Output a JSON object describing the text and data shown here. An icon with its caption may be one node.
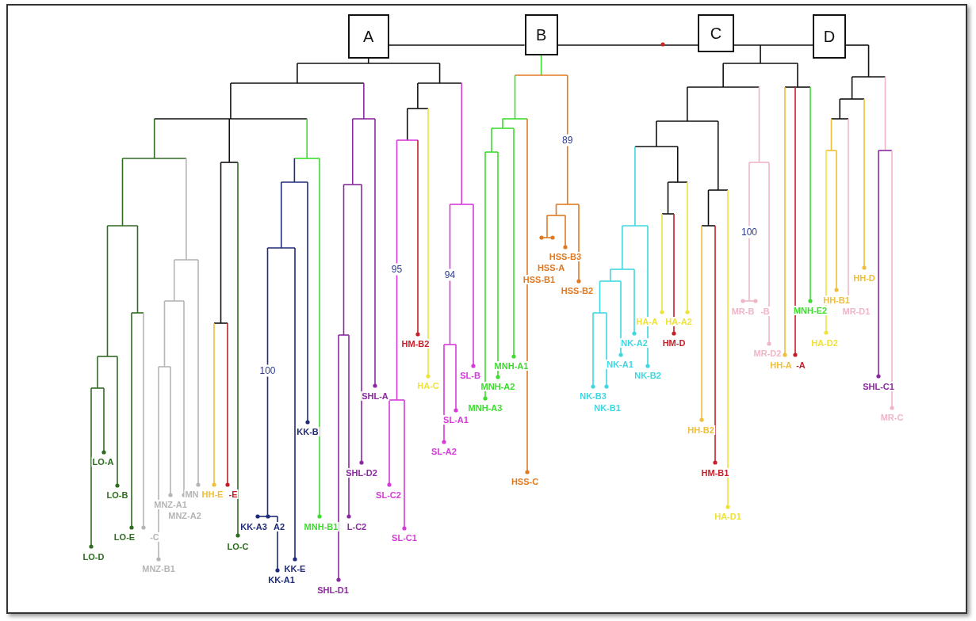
{
  "diagram": {
    "nodes": [
      {
        "text": [
          "A"
        ]
      },
      {
        "text": [
          "B"
        ]
      },
      {
        "text": [
          "C"
        ]
      },
      {
        "text": [
          "D"
        ]
      }
    ],
    "edges": [
      {
        "from": 0,
        "to": 1,
        "arrow": "none"
      },
      {
        "from": 1,
        "to": 2,
        "arrow": "none"
      },
      {
        "from": 2,
        "to": 3,
        "arrow": "none"
      }
    ],
    "labels": [
      "95",
      "94",
      "89",
      "100",
      "100",
      "LO-A",
      "LO-B",
      "LO-D",
      "LO-E",
      "-C",
      "MNZ-A1",
      "MNZ-A2",
      "MNZ-B1",
      "MN",
      "HH-E",
      "-E",
      "LO-C",
      "KK-A3",
      "A2",
      "KK-A1",
      "KK-E",
      "KK-B",
      "MNH-B1",
      "L-C2",
      "SHL-D1",
      "SHL-D2",
      "SHL-A",
      "SL-C2",
      "SL-C1",
      "HM-B2",
      "HA-C",
      "SL-B",
      "SL-A1",
      "SL-A2",
      "MNH-A1",
      "MNH-A2",
      "MNH-A3",
      "HSS-C",
      "HSS-B3",
      "HSS-A",
      "HSS-B1",
      "HSS-B2",
      "NK-A2",
      "NK-A1",
      "NK-B2",
      "NK-B3",
      "NK-B1",
      "HA-A",
      "HA-A2",
      "HM-D",
      "HH-B2",
      "HM-B1",
      "HA-D1",
      "MR-B",
      "-B",
      "MR-D2",
      "HH-A",
      "-A",
      "MNH-E2",
      "HH-B1",
      "MR-D1",
      "HA-D2",
      "HH-D",
      "SHL-C1",
      "MR-C"
    ]
  }
}
